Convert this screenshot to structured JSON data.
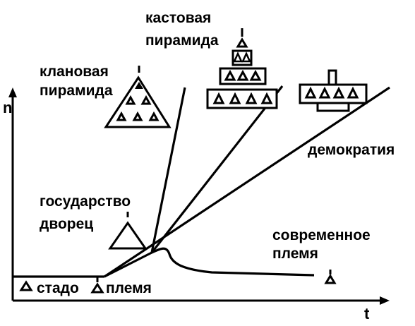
{
  "axes": {
    "y_label": "n",
    "x_label": "t"
  },
  "labels": {
    "herd": "стадо",
    "tribe": "племя",
    "modern_tribe_line1": "современное",
    "modern_tribe_line2": "племя",
    "state_line1": "государство",
    "state_line2": "дворец",
    "clan_line1": "клановая",
    "clan_line2": "пирамида",
    "caste_line1": "кастовая",
    "caste_line2": "пирамида",
    "democracy": "демократия"
  },
  "icons": {
    "person": "triangle-person-icon",
    "pyramid": "triangle-pyramid-icon"
  },
  "colors": {
    "ink": "#000000",
    "background": "#ffffff"
  }
}
